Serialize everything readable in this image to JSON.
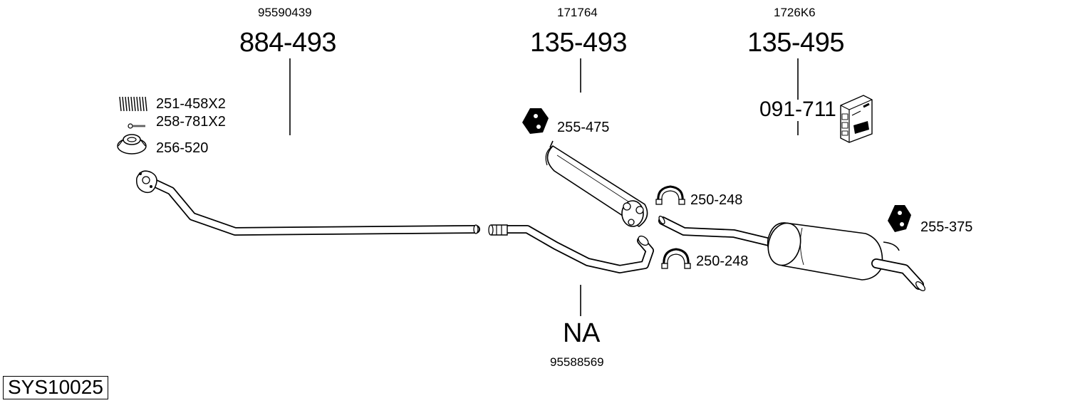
{
  "system_code": "SYS10025",
  "groups": {
    "front_pipe": {
      "oem": "95590439",
      "main": "884-493"
    },
    "middle": {
      "oem": "171764",
      "main": "135-493"
    },
    "rear": {
      "oem": "1726K6",
      "main": "135-495",
      "kit": "091-711"
    },
    "center_pipe": {
      "main": "NA",
      "oem": "95588569"
    }
  },
  "parts": {
    "spring": "251-458X2",
    "bolt": "258-781X2",
    "gasket": "256-520",
    "hanger_mid": "255-475",
    "clamp_upper": "250-248",
    "clamp_lower": "250-248",
    "hanger_rear": "255-375"
  },
  "icons": {
    "kit_box": "bosal-box-icon"
  }
}
